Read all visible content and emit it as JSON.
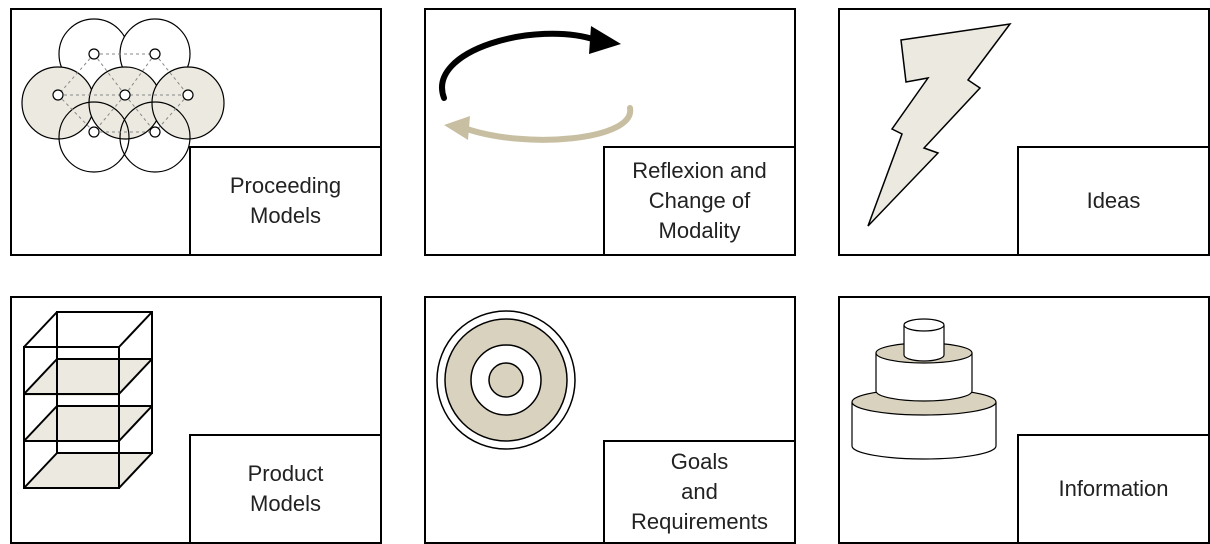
{
  "cards": [
    {
      "label": "Proceeding\nModels",
      "icon": "network-circles-icon"
    },
    {
      "label": "Reflexion and\nChange of\nModality",
      "icon": "cycle-arrows-icon"
    },
    {
      "label": "Ideas",
      "icon": "lightning-icon"
    },
    {
      "label": "Product\nModels",
      "icon": "shelf-cube-icon"
    },
    {
      "label": "Goals\nand\nRequirements",
      "icon": "target-icon"
    },
    {
      "label": "Information",
      "icon": "stacked-cylinders-icon"
    }
  ],
  "colors": {
    "accent": "#eceae0",
    "accent_dark": "#d9d2bf",
    "arrow_tan": "#c8bfa3",
    "stroke": "#000000"
  }
}
